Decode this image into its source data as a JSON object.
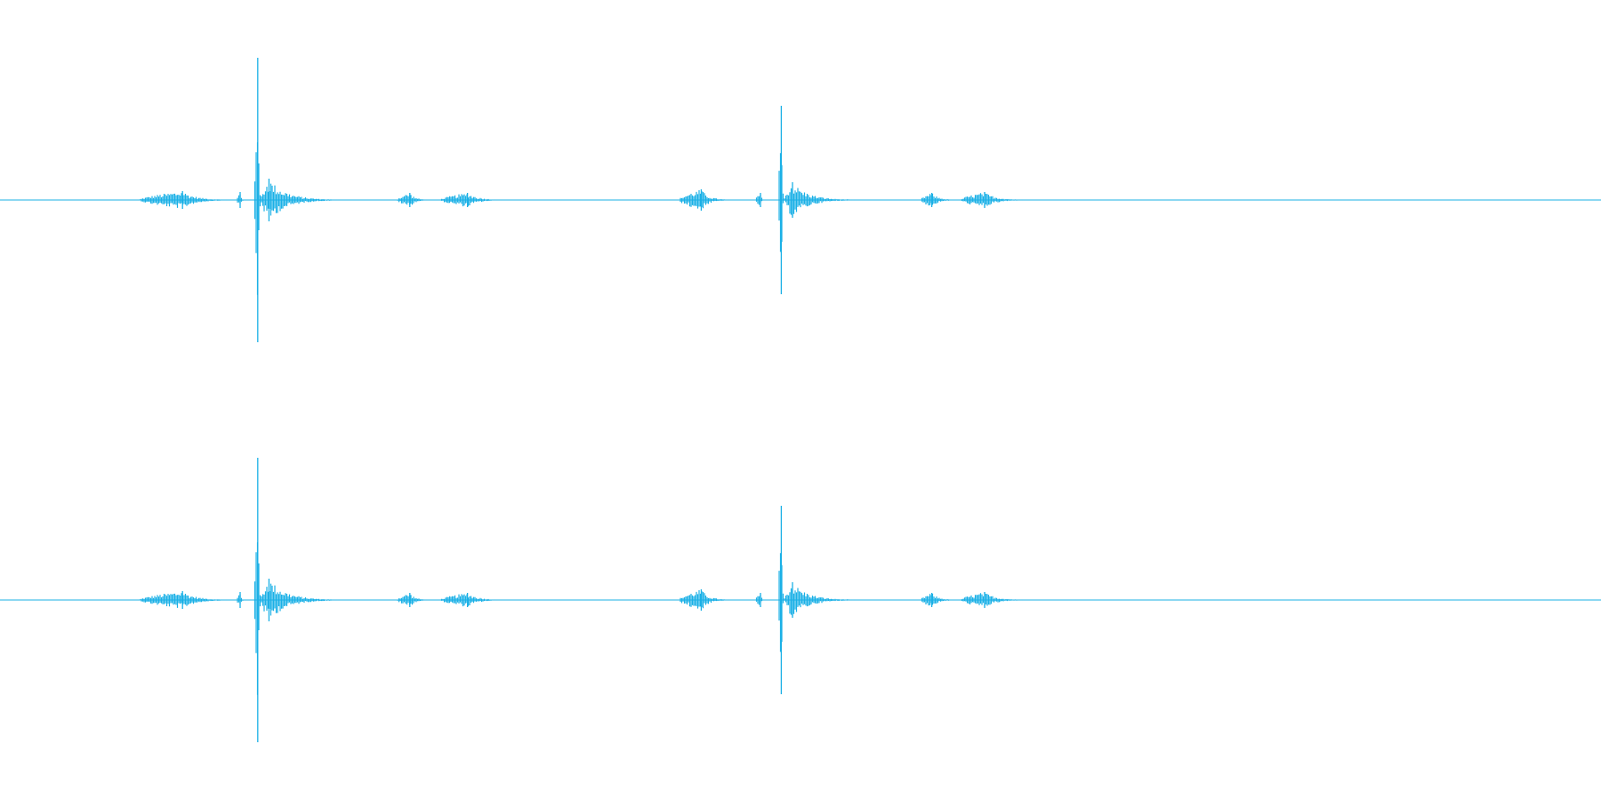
{
  "chart_data": {
    "type": "line",
    "chart_kind": "audio-waveform",
    "channel_count": 2,
    "color": "#1ab0e6",
    "background": "#ffffff",
    "grid": false,
    "axes_visible": false,
    "legend": "none",
    "amplitude_range": [
      -1,
      1
    ],
    "time_range_fraction": [
      0,
      1
    ],
    "channels": [
      {
        "index": 1,
        "bursts": [
          {
            "start": 0.087,
            "peak": 0.114,
            "end": 0.148,
            "amp": 0.05
          },
          {
            "start": 0.148,
            "peak": 0.15,
            "end": 0.153,
            "amp": 0.045
          },
          {
            "start": 0.159,
            "peak": 0.161,
            "end": 0.163,
            "amp": 0.8
          },
          {
            "start": 0.163,
            "peak": 0.168,
            "end": 0.212,
            "amp": 0.12
          },
          {
            "start": 0.248,
            "peak": 0.256,
            "end": 0.27,
            "amp": 0.04
          },
          {
            "start": 0.275,
            "peak": 0.292,
            "end": 0.32,
            "amp": 0.04
          },
          {
            "start": 0.424,
            "peak": 0.438,
            "end": 0.458,
            "amp": 0.06
          },
          {
            "start": 0.472,
            "peak": 0.475,
            "end": 0.478,
            "amp": 0.04
          },
          {
            "start": 0.486,
            "peak": 0.488,
            "end": 0.49,
            "amp": 0.53
          },
          {
            "start": 0.49,
            "peak": 0.495,
            "end": 0.535,
            "amp": 0.1
          },
          {
            "start": 0.575,
            "peak": 0.582,
            "end": 0.6,
            "amp": 0.04
          },
          {
            "start": 0.6,
            "peak": 0.615,
            "end": 0.645,
            "amp": 0.045
          }
        ]
      },
      {
        "index": 2,
        "bursts": [
          {
            "start": 0.087,
            "peak": 0.114,
            "end": 0.148,
            "amp": 0.05
          },
          {
            "start": 0.148,
            "peak": 0.15,
            "end": 0.153,
            "amp": 0.045
          },
          {
            "start": 0.159,
            "peak": 0.161,
            "end": 0.163,
            "amp": 0.8
          },
          {
            "start": 0.163,
            "peak": 0.168,
            "end": 0.212,
            "amp": 0.12
          },
          {
            "start": 0.248,
            "peak": 0.256,
            "end": 0.27,
            "amp": 0.04
          },
          {
            "start": 0.275,
            "peak": 0.292,
            "end": 0.32,
            "amp": 0.04
          },
          {
            "start": 0.424,
            "peak": 0.438,
            "end": 0.458,
            "amp": 0.06
          },
          {
            "start": 0.472,
            "peak": 0.475,
            "end": 0.478,
            "amp": 0.04
          },
          {
            "start": 0.486,
            "peak": 0.488,
            "end": 0.49,
            "amp": 0.53
          },
          {
            "start": 0.49,
            "peak": 0.495,
            "end": 0.535,
            "amp": 0.1
          },
          {
            "start": 0.575,
            "peak": 0.582,
            "end": 0.6,
            "amp": 0.04
          },
          {
            "start": 0.6,
            "peak": 0.615,
            "end": 0.645,
            "amp": 0.045
          }
        ]
      }
    ]
  }
}
